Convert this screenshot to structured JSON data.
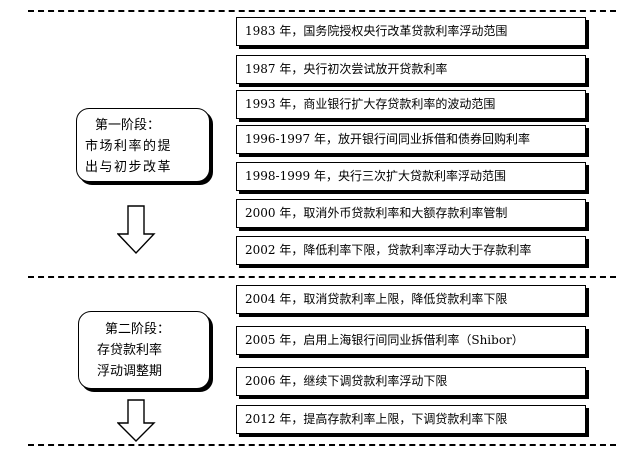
{
  "stage1": {
    "lines": [
      "第一阶段：",
      "市场利率的提",
      "出与初步改革"
    ]
  },
  "stage2": {
    "lines": [
      "第二阶段：",
      "存贷款利率",
      "浮动调整期"
    ]
  },
  "events_stage1": [
    "1983 年，国务院授权央行改革贷款利率浮动范围",
    "1987 年，央行初次尝试放开贷款利率",
    "1993 年，商业银行扩大存贷款利率的波动范围",
    "1996-1997 年，放开银行间同业拆借和债券回购利率",
    "1998-1999 年，央行三次扩大贷款利率浮动范围",
    "2000 年，取消外币贷款利率和大额存款利率管制",
    "2002 年，降低利率下限，贷款利率浮动大于存款利率"
  ],
  "events_stage2": [
    "2004 年，取消贷款利率上限，降低贷款利率下限",
    "2005 年，启用上海银行间同业拆借利率（Shibor）",
    "2006 年，继续下调贷款利率浮动下限",
    "2012 年，提高存款利率上限，下调贷款利率下限"
  ]
}
